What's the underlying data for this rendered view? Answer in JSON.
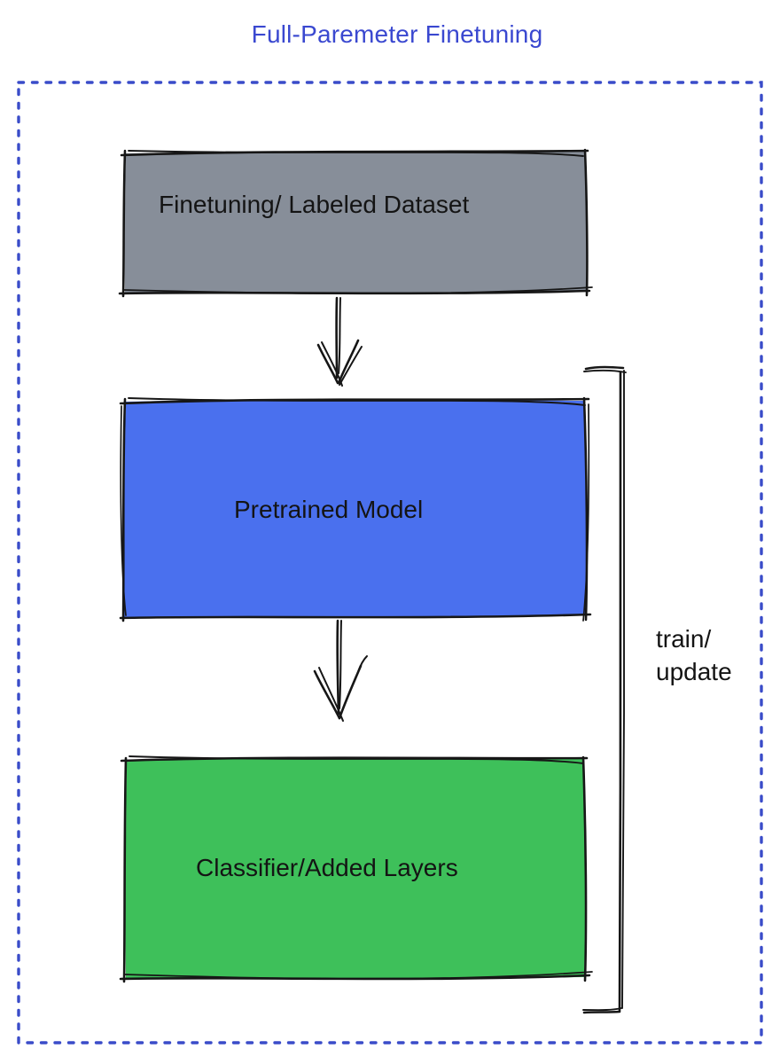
{
  "title": {
    "text": "Full-Paremeter Finetuning",
    "color": "#3a48d0"
  },
  "diagram": {
    "frame_color": "#3a4cc9",
    "sketch_stroke_color": "#161616",
    "boxes": [
      {
        "name": "finetuning-dataset",
        "label": "Finetuning/ Labeled Dataset",
        "fill": "#878e99"
      },
      {
        "name": "pretrained-model",
        "label": "Pretrained Model",
        "fill": "#4a70ee"
      },
      {
        "name": "classifier-added-layers",
        "label": "Classifier/Added Layers",
        "fill": "#3ec05a"
      }
    ],
    "connectors": [
      {
        "name": "dataset-to-pretrained-arrow",
        "type": "arrow-down"
      },
      {
        "name": "pretrained-to-classifier-arrow",
        "type": "arrow-down"
      }
    ],
    "bracket": {
      "label": "train/\nupdate"
    }
  }
}
